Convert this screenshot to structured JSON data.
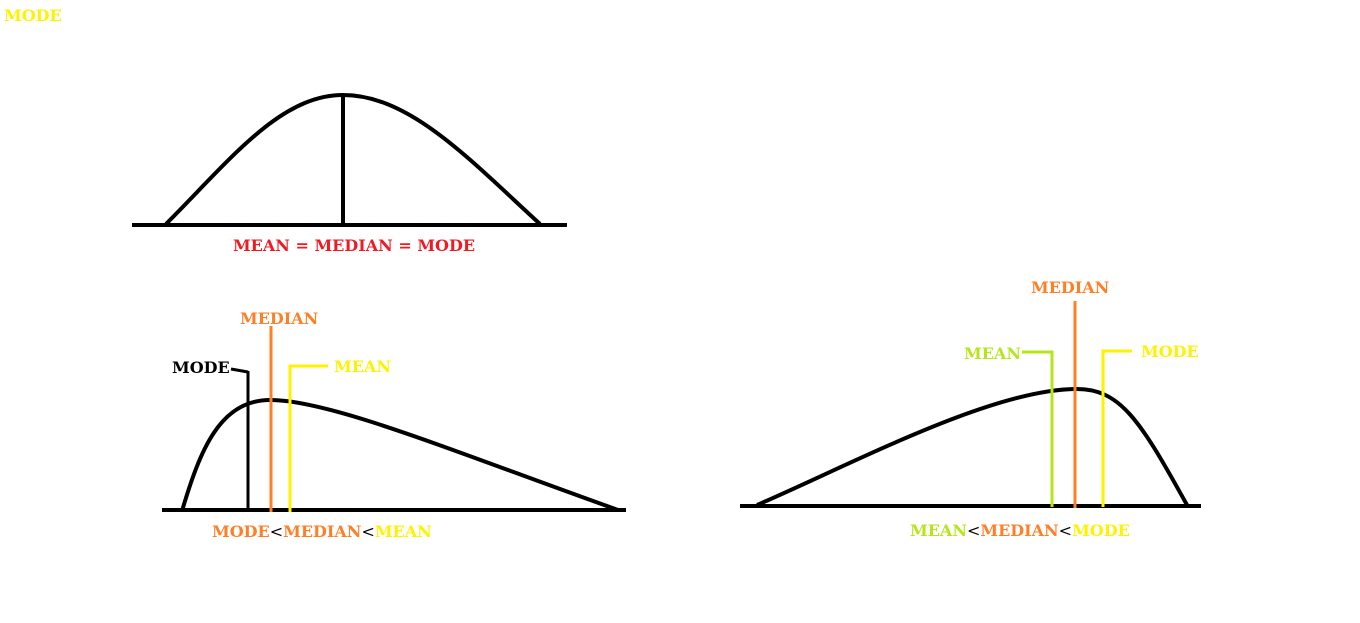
{
  "corner_label": "MODE",
  "symmetric": {
    "caption": "MEAN = MEDIAN = MODE"
  },
  "right_skewed": {
    "label_median": "MEDIAN",
    "label_mode": "MODE",
    "label_mean": "MEAN",
    "caption": {
      "a": "MODE",
      "sep1": "<",
      "b": "MEDIAN",
      "sep2": "<",
      "c": "MEAN"
    }
  },
  "left_skewed": {
    "label_median": "MEDIAN",
    "label_mean": "MEAN",
    "label_mode": "MODE",
    "caption": {
      "a": "MEAN",
      "sep1": "<",
      "b": "MEDIAN",
      "sep2": "<",
      "c": "MODE"
    }
  },
  "colors": {
    "curve": "#000000",
    "red": "#ed1c24",
    "orange": "#ff7f27",
    "yellow": "#fff200",
    "lime": "#b5e61d",
    "black": "#000000"
  }
}
